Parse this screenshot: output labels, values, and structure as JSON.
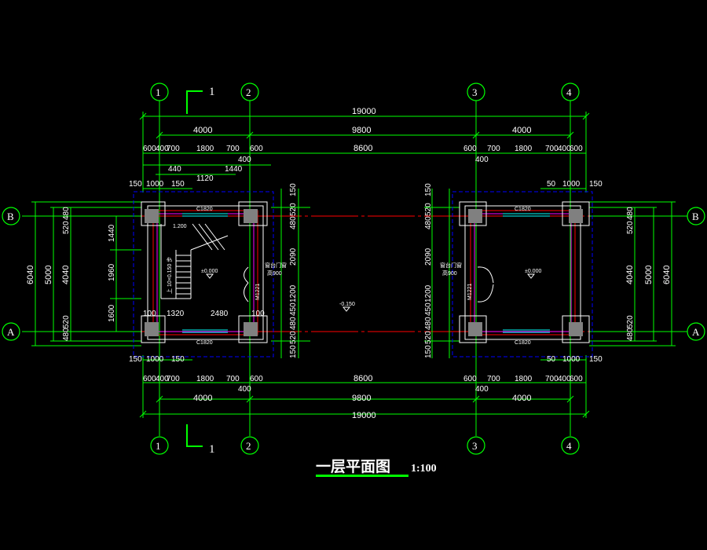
{
  "title": "一层平面图",
  "scale": "1:100",
  "axes": {
    "vertical": [
      "1",
      "2",
      "3",
      "4"
    ],
    "horizontal": [
      "A",
      "B"
    ]
  },
  "section_mark": "1",
  "dims_top": {
    "overall": "19000",
    "bays": [
      "4000",
      "9800",
      "4000"
    ],
    "left_detail": [
      "600",
      "400",
      "700",
      "1800",
      "700",
      "600"
    ],
    "left_400": "400",
    "center": "8600",
    "right_detail": [
      "600",
      "700",
      "1800",
      "700",
      "400",
      "600"
    ],
    "right_400": "400",
    "stair_dims": [
      "440",
      "1120",
      "1440"
    ],
    "left_edge": [
      "150",
      "1000",
      "150"
    ],
    "right_edge": [
      "50",
      "1000",
      "150"
    ]
  },
  "dims_bottom": {
    "overall": "19000",
    "bays": [
      "4000",
      "9800",
      "4000"
    ],
    "left_detail": [
      "600",
      "400",
      "700",
      "1800",
      "700",
      "600"
    ],
    "left_400": "400",
    "center": "8600",
    "right_detail": [
      "600",
      "700",
      "1800",
      "700",
      "400",
      "600"
    ],
    "right_400": "400",
    "left_edge": [
      "150",
      "1000",
      "150"
    ],
    "right_edge": [
      "50",
      "1000",
      "150"
    ]
  },
  "dims_left": {
    "outer": "6040",
    "mid": "5000",
    "inner": "4040",
    "top_parts": [
      "480",
      "520"
    ],
    "bot_parts": [
      "520",
      "480"
    ],
    "stair": [
      "1440",
      "1960",
      "1600"
    ]
  },
  "dims_right": {
    "outer": "6040",
    "mid": "5000",
    "inner": "4040",
    "top_parts": [
      "480",
      "520"
    ],
    "bot_parts": [
      "520",
      "480"
    ]
  },
  "dims_middle_left": [
    "150",
    "520",
    "480",
    "2090",
    "1200",
    "450",
    "480",
    "520",
    "150"
  ],
  "dims_middle_right": [
    "150",
    "520",
    "480",
    "2090",
    "1200",
    "450",
    "480",
    "520",
    "150"
  ],
  "left_room": {
    "window_top": "C1820",
    "window_bottom": "C1820",
    "level": "±0.000",
    "stair_level": "1.200",
    "door": "M1221",
    "door_note": "窗台门窗",
    "door_note2": "高900",
    "dim_1320": "1320",
    "dim_2480": "2480",
    "dim_100a": "100",
    "dim_100b": "100",
    "stair_note": "上 10×0.150 步"
  },
  "right_room": {
    "window_top": "C1820",
    "window_bottom": "C1820",
    "level": "±0.000",
    "door": "M1221",
    "door_note": "窗台门窗",
    "door_note2": "高900"
  },
  "center_level": "-0.150",
  "colors": {
    "dim": "#00ff00",
    "wall": "#ffffff",
    "column": "#808080",
    "axis_red": "#ff0000",
    "blue": "#0000ff",
    "magenta": "#ff00ff",
    "text": "#ffffff"
  }
}
